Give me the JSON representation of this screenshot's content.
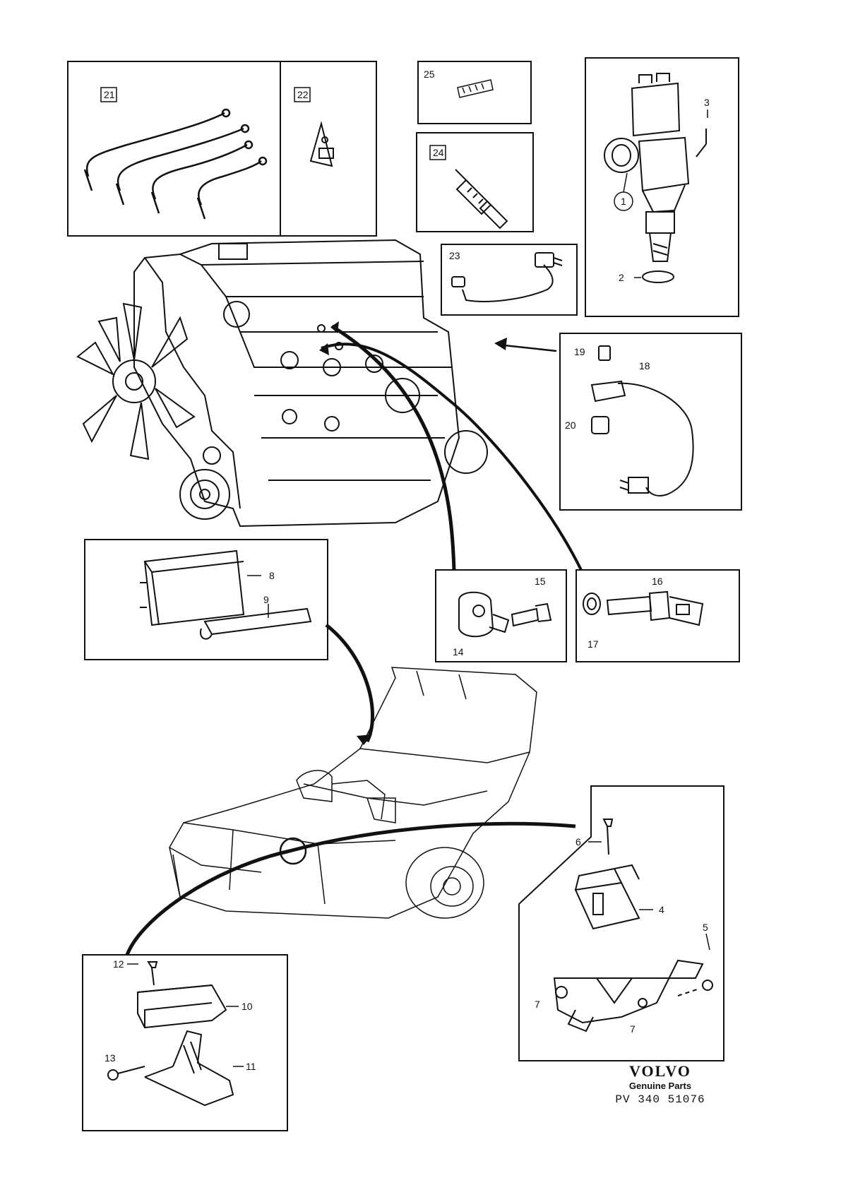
{
  "diagram": {
    "callouts": {
      "c1": "1",
      "c2": "2",
      "c3": "3",
      "c4": "4",
      "c5": "5",
      "c6": "6",
      "c7a": "7",
      "c7b": "7",
      "c8": "8",
      "c9": "9",
      "c10": "10",
      "c11": "11",
      "c12": "12",
      "c13": "13",
      "c14": "14",
      "c15": "15",
      "c16": "16",
      "c17": "17",
      "c18": "18",
      "c19": "19",
      "c20": "20",
      "c21": "21",
      "c22": "22",
      "c23": "23",
      "c24": "24",
      "c25": "25"
    }
  },
  "footer": {
    "brand": "VOLVO",
    "tagline": "Genuine Parts",
    "doc_number": "PV  340 51076"
  }
}
